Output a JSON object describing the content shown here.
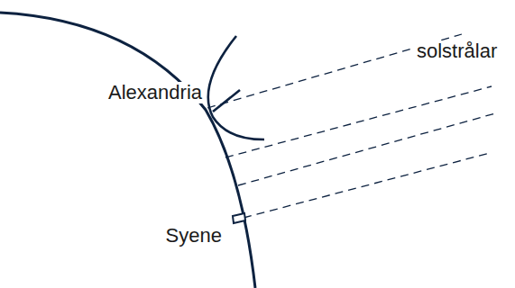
{
  "diagram": {
    "labels": [
      "Alexandria",
      "Syene",
      "solstrålar"
    ]
  }
}
